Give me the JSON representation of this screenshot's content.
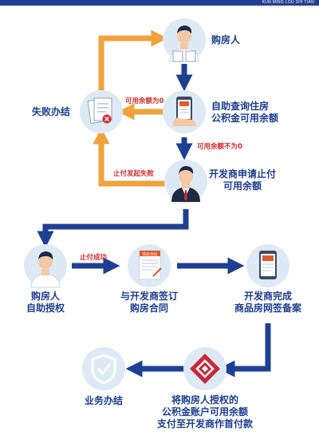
{
  "header": {
    "brand": "KUN MING LOU SHI TIAN"
  },
  "colors": {
    "blue": "#1f3f92",
    "orange": "#f0a23c",
    "red": "#d22a2a",
    "circle": "#dde9f5"
  },
  "nodes": {
    "buyer_top": "购房人",
    "self_query": [
      "自助查询住房",
      "公积金可用余额"
    ],
    "fail": "失败办结",
    "developer_apply": [
      "开发商申请止付",
      "可用余额"
    ],
    "buyer_auth": [
      "购房人",
      "自助授权"
    ],
    "sign_contract": [
      "与开发商签订",
      "购房合同"
    ],
    "developer_filing": [
      "开发商完成",
      "商品房网签备案"
    ],
    "pay": [
      "将购房人授权的",
      "公积金账户可用余额",
      "支付至开发商作首付款"
    ],
    "done": "业务办结"
  },
  "edges": {
    "balance_zero": "可用余额为0",
    "balance_not_zero": "可用余额不为0",
    "stop_pay_fail": "止付发起失败",
    "stop_pay_success": "止付成功"
  },
  "icons": {
    "contract_doc_title": "购房合同",
    "logo": "housing-fund-logo",
    "check": "shield-check-icon"
  }
}
